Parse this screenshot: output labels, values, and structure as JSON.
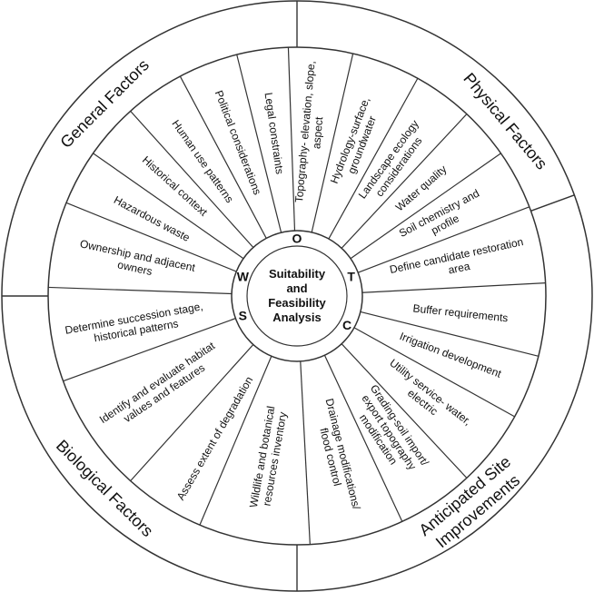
{
  "center": {
    "lines": [
      "Suitability",
      "and",
      "Feasibility",
      "Analysis"
    ],
    "letters": [
      {
        "text": "O",
        "angle": 0
      },
      {
        "text": "T",
        "angle": 70
      },
      {
        "text": "C",
        "angle": 120
      },
      {
        "text": "S",
        "angle": 250
      },
      {
        "text": "W",
        "angle": 290
      }
    ]
  },
  "quadrants": [
    {
      "label": "General Factors",
      "angle": -45
    },
    {
      "label": "Physical Factors",
      "angle": 50
    },
    {
      "label": "Biological Factors",
      "angle": 225
    },
    {
      "label": "Anticipated Site Improvements",
      "angle": 140
    }
  ],
  "segments": [
    {
      "group": "physical",
      "lines": [
        "Topography- elevation, slope,",
        "aspect"
      ],
      "angle": 5
    },
    {
      "group": "physical",
      "lines": [
        "Hydrology-surface,",
        "groundwater"
      ],
      "angle": 21
    },
    {
      "group": "physical",
      "lines": [
        "Landscape ecology",
        "considerations"
      ],
      "angle": 36
    },
    {
      "group": "physical",
      "lines": [
        "Water quality"
      ],
      "angle": 49
    },
    {
      "group": "physical",
      "lines": [
        "Soil chemistry and",
        "profile"
      ],
      "angle": 62
    },
    {
      "group": "improvements",
      "lines": [
        "Define candidate restoration",
        "area"
      ],
      "angle": 78
    },
    {
      "group": "improvements",
      "lines": [
        "Buffer requirements"
      ],
      "angle": 96
    },
    {
      "group": "improvements",
      "lines": [
        "Irrigation development"
      ],
      "angle": 111
    },
    {
      "group": "improvements",
      "lines": [
        "Utility service- water,",
        "electric"
      ],
      "angle": 128
    },
    {
      "group": "improvements",
      "lines": [
        "Grading-soil import/",
        "export topography",
        "modification"
      ],
      "angle": 146
    },
    {
      "group": "improvements",
      "lines": [
        "Drainage modifications/",
        "flood control"
      ],
      "angle": 166
    },
    {
      "group": "biological",
      "lines": [
        "Wildlife and botanical",
        "resources inventory"
      ],
      "angle": 190
    },
    {
      "group": "biological",
      "lines": [
        "Assess extent of degradation"
      ],
      "angle": 210
    },
    {
      "group": "biological",
      "lines": [
        "Identify and evaluate habitat",
        "values and features"
      ],
      "angle": 236
    },
    {
      "group": "biological",
      "lines": [
        "Determine succession stage,",
        "historical patterns"
      ],
      "angle": 260
    },
    {
      "group": "general",
      "lines": [
        "Ownership and adjacent",
        "owners"
      ],
      "angle": 282
    },
    {
      "group": "general",
      "lines": [
        "Hazardous waste"
      ],
      "angle": 298
    },
    {
      "group": "general",
      "lines": [
        "Historical context"
      ],
      "angle": 312
    },
    {
      "group": "general",
      "lines": [
        "Human use patterns"
      ],
      "angle": 325
    },
    {
      "group": "general",
      "lines": [
        "Political considerations"
      ],
      "angle": 339
    },
    {
      "group": "general",
      "lines": [
        "Legal constraints"
      ],
      "angle": 352
    }
  ],
  "dividers": [
    -2,
    13,
    29,
    43,
    55,
    69,
    87,
    104,
    119,
    137,
    155,
    177,
    203,
    222,
    250,
    272,
    292,
    305,
    318,
    332,
    346
  ],
  "quadrant_dividers": [
    0,
    70,
    180,
    270
  ]
}
